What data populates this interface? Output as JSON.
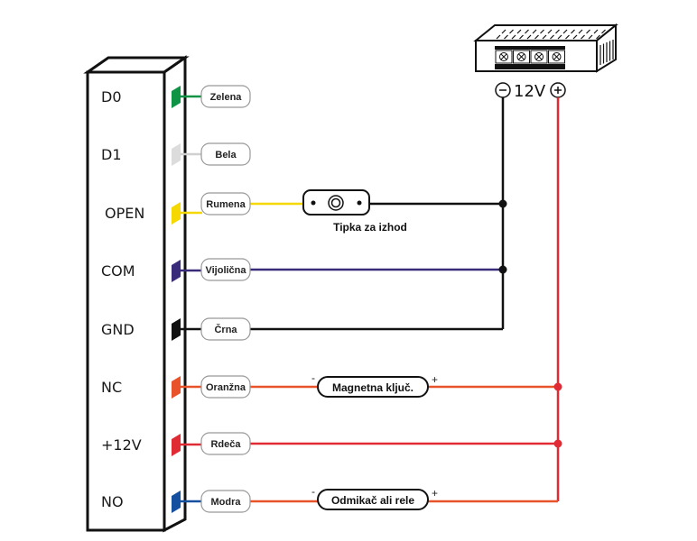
{
  "diagram": {
    "controller": {
      "terminals": [
        {
          "label": "D0",
          "wire_label": "Zelena",
          "color": "#0f9446"
        },
        {
          "label": "D1",
          "wire_label": "Bela",
          "color": "#dcdcdc"
        },
        {
          "label": "OPEN",
          "wire_label": "Rumena",
          "color": "#f5d800"
        },
        {
          "label": "COM",
          "wire_label": "Vijolična",
          "color": "#3a2a7a"
        },
        {
          "label": "GND",
          "wire_label": "Črna",
          "color": "#111111"
        },
        {
          "label": "NC",
          "wire_label": "Oranžna",
          "color": "#e8532a"
        },
        {
          "label": "+12V",
          "wire_label": "Rdeča",
          "color": "#e02a34"
        },
        {
          "label": "NO",
          "wire_label": "Modra",
          "color": "#1550a0"
        }
      ]
    },
    "power_supply": {
      "minus_symbol": "−",
      "voltage": "12V",
      "plus_symbol": "+",
      "terminal_count": 4
    },
    "components": {
      "exit_button": {
        "label": "Tipka za izhod"
      },
      "magnetic_lock": {
        "label": "Magnetna ključ.",
        "minus": "-",
        "plus": "+"
      },
      "strike_or_relay": {
        "label": "Odmikač ali rele",
        "minus": "-",
        "plus": "+"
      }
    },
    "wire_colors": {
      "negative": "#111111",
      "positive": "#e02a34",
      "orange": "#e8532a",
      "yellow": "#f5d800",
      "violet": "#3a2a7a"
    }
  }
}
